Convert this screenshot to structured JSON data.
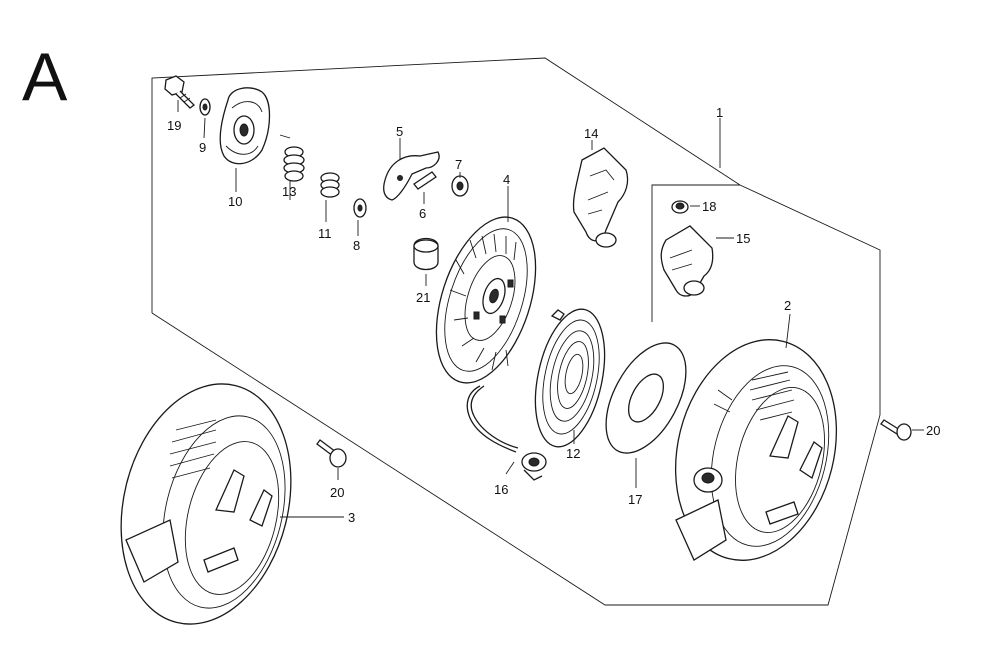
{
  "section_letter": "A",
  "callouts": [
    {
      "id": "p1",
      "text": "1"
    },
    {
      "id": "p2",
      "text": "2"
    },
    {
      "id": "p3",
      "text": "3"
    },
    {
      "id": "p4",
      "text": "4"
    },
    {
      "id": "p5",
      "text": "5"
    },
    {
      "id": "p6",
      "text": "6"
    },
    {
      "id": "p7",
      "text": "7"
    },
    {
      "id": "p8",
      "text": "8"
    },
    {
      "id": "p9",
      "text": "9"
    },
    {
      "id": "p10",
      "text": "10"
    },
    {
      "id": "p11",
      "text": "11"
    },
    {
      "id": "p12",
      "text": "12"
    },
    {
      "id": "p13",
      "text": "13"
    },
    {
      "id": "p14",
      "text": "14"
    },
    {
      "id": "p15",
      "text": "15"
    },
    {
      "id": "p16",
      "text": "16"
    },
    {
      "id": "p17",
      "text": "17"
    },
    {
      "id": "p18",
      "text": "18"
    },
    {
      "id": "p19",
      "text": "19"
    },
    {
      "id": "p20a",
      "text": "20"
    },
    {
      "id": "p20b",
      "text": "20"
    },
    {
      "id": "p21",
      "text": "21"
    }
  ]
}
